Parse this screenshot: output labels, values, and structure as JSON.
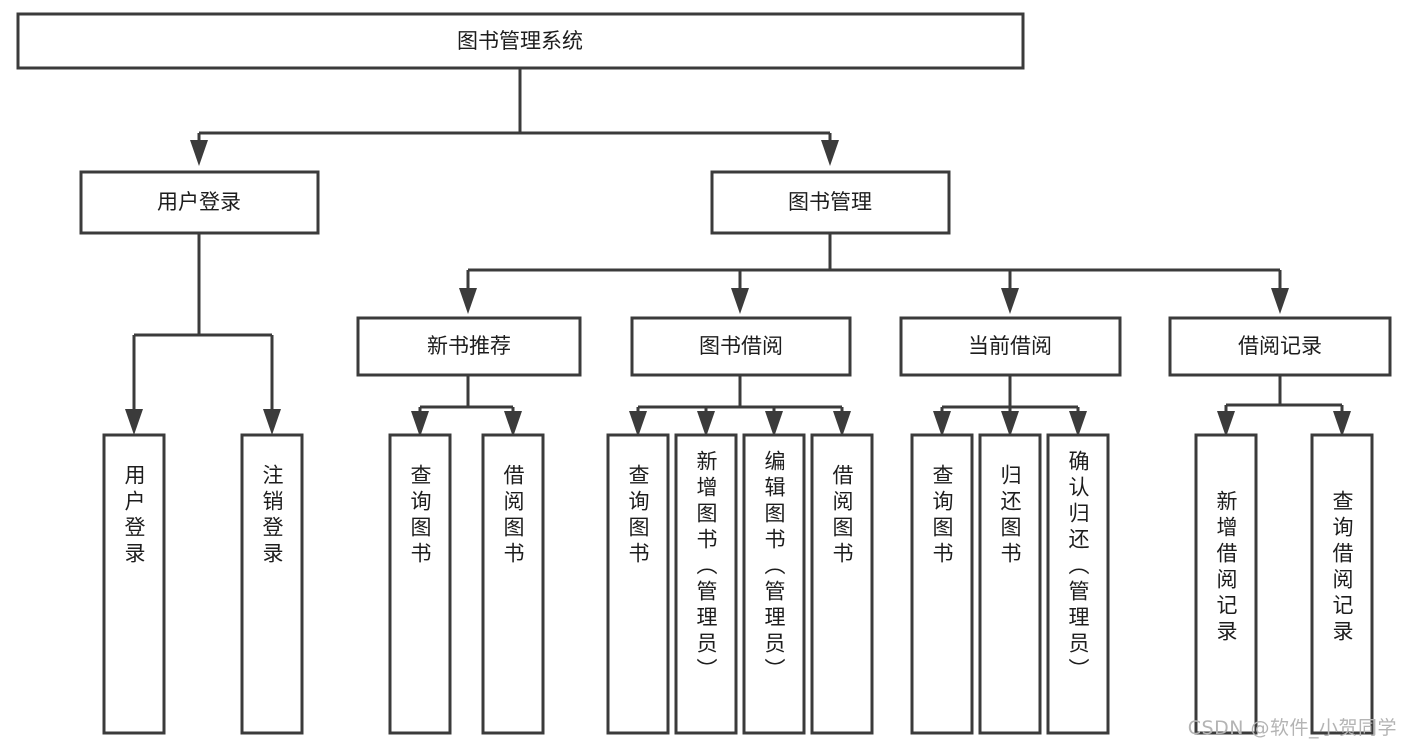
{
  "diagram": {
    "type": "tree",
    "title": "图书管理系统",
    "orientation": "top-down",
    "colors": {
      "box_stroke": "#3b3b3b",
      "box_fill": "#ffffff",
      "connector": "#3b3b3b",
      "text": "#1d1d1d",
      "background": "#ffffff",
      "watermark": "#b4b4b4"
    },
    "root": {
      "label": "图书管理系统"
    },
    "level2": [
      {
        "label": "用户登录"
      },
      {
        "label": "图书管理"
      }
    ],
    "level3": [
      {
        "label": "新书推荐"
      },
      {
        "label": "图书借阅"
      },
      {
        "label": "当前借阅"
      },
      {
        "label": "借阅记录"
      }
    ],
    "leaves": {
      "user_login": [
        {
          "label": "用户登录"
        },
        {
          "label": "注销登录"
        }
      ],
      "new_book_recommend": [
        {
          "label": "查询图书"
        },
        {
          "label": "借阅图书"
        }
      ],
      "book_borrow": [
        {
          "label": "查询图书"
        },
        {
          "label": "新增图书（管理员）"
        },
        {
          "label": "编辑图书（管理员）"
        },
        {
          "label": "借阅图书"
        }
      ],
      "current_borrow": [
        {
          "label": "查询图书"
        },
        {
          "label": "归还图书"
        },
        {
          "label": "确认归还（管理员）"
        }
      ],
      "borrow_record": [
        {
          "label": "新增借阅记录"
        },
        {
          "label": "查询借阅记录"
        }
      ]
    }
  },
  "watermark": {
    "text": "CSDN @软件_小贺同学"
  }
}
